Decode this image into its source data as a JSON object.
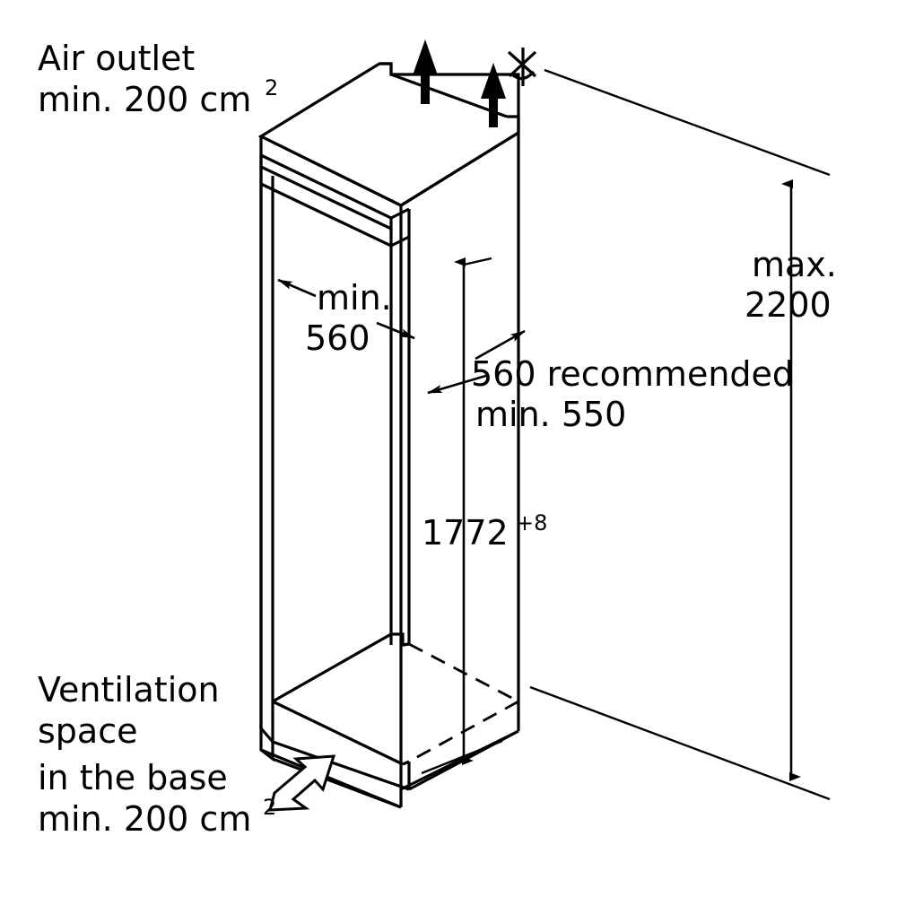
{
  "diagram": {
    "type": "technical-installation-drawing",
    "subject": "Built-in refrigerator cabinet niche dimensions",
    "units": "mm (lengths), cm² (areas)",
    "background_color": "#ffffff",
    "line_color": "#000000"
  },
  "annotations": {
    "air_outlet": {
      "line1": "Air outlet",
      "line2": "min. 200 cm",
      "superscript": "2"
    },
    "ventilation_base": {
      "line1": "Ventilation",
      "line2": "space",
      "line3": "in the base",
      "line4": "min. 200 cm",
      "superscript": "2"
    }
  },
  "dimensions": {
    "niche_width": {
      "line1": "min.",
      "line2": "560",
      "value": 560,
      "qualifier": "min."
    },
    "niche_depth": {
      "line1": "560 recommended",
      "line2": "min. 550",
      "recommended": 560,
      "minimum": 550
    },
    "niche_height": {
      "value": "1772",
      "tolerance": "+8"
    },
    "total_height": {
      "line1": "max.",
      "line2": "2200",
      "value": 2200,
      "qualifier": "max."
    }
  },
  "icons": {
    "airflow_arrow_1": "up-arrow-icon",
    "airflow_arrow_2": "up-arrow-icon",
    "fan_symbol": "fan-icon",
    "base_vent_arrow": "hollow-up-right-arrow-icon"
  }
}
